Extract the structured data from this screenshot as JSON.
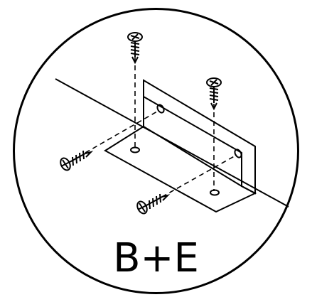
{
  "diagram": {
    "label": "B+E",
    "colors": {
      "stroke": "#000000",
      "background": "#ffffff"
    },
    "icons": [
      "circle-frame",
      "angle-bracket",
      "screw",
      "dashed-guide-line",
      "wall-edge-line"
    ]
  }
}
